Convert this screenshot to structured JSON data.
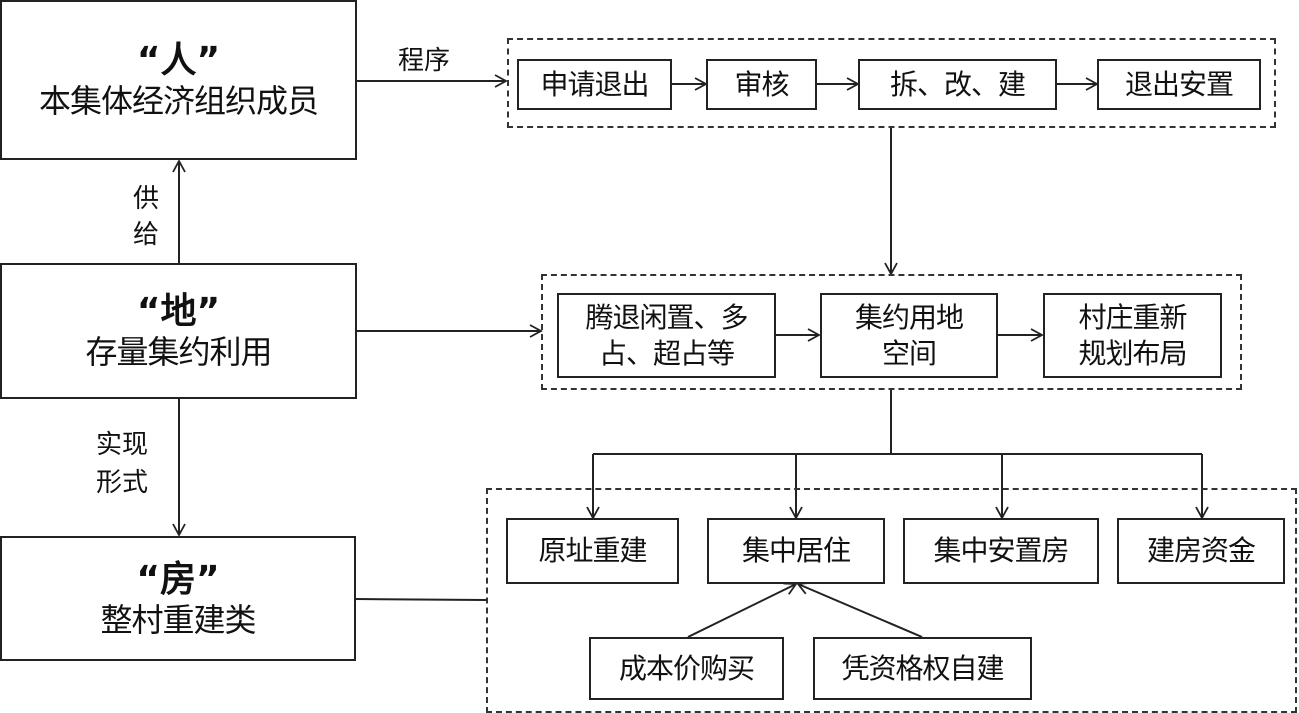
{
  "pillars": {
    "ren": {
      "title": "“人”",
      "subtitle": "本集体经济组织成员"
    },
    "di": {
      "title": "“地”",
      "subtitle": "存量集约利用"
    },
    "fang": {
      "title": "“房”",
      "subtitle": "整村重建类"
    }
  },
  "edge_labels": {
    "procedure": "程序",
    "supply": [
      "供",
      "给"
    ],
    "realization": [
      "实现",
      "形式"
    ]
  },
  "procedure_steps": [
    "申请退出",
    "审核",
    "拆、改、建",
    "退出安置"
  ],
  "land_steps": [
    {
      "line1": "腾退闲置、多",
      "line2": "占、超占等"
    },
    {
      "line1": "集约用地",
      "line2": "空间"
    },
    {
      "line1": "村庄重新",
      "line2": "规划布局"
    }
  ],
  "housing_forms": [
    "原址重建",
    "集中居住",
    "集中安置房",
    "建房资金"
  ],
  "concentrated_living_paths": [
    "成本价购买",
    "凭资格权自建"
  ]
}
